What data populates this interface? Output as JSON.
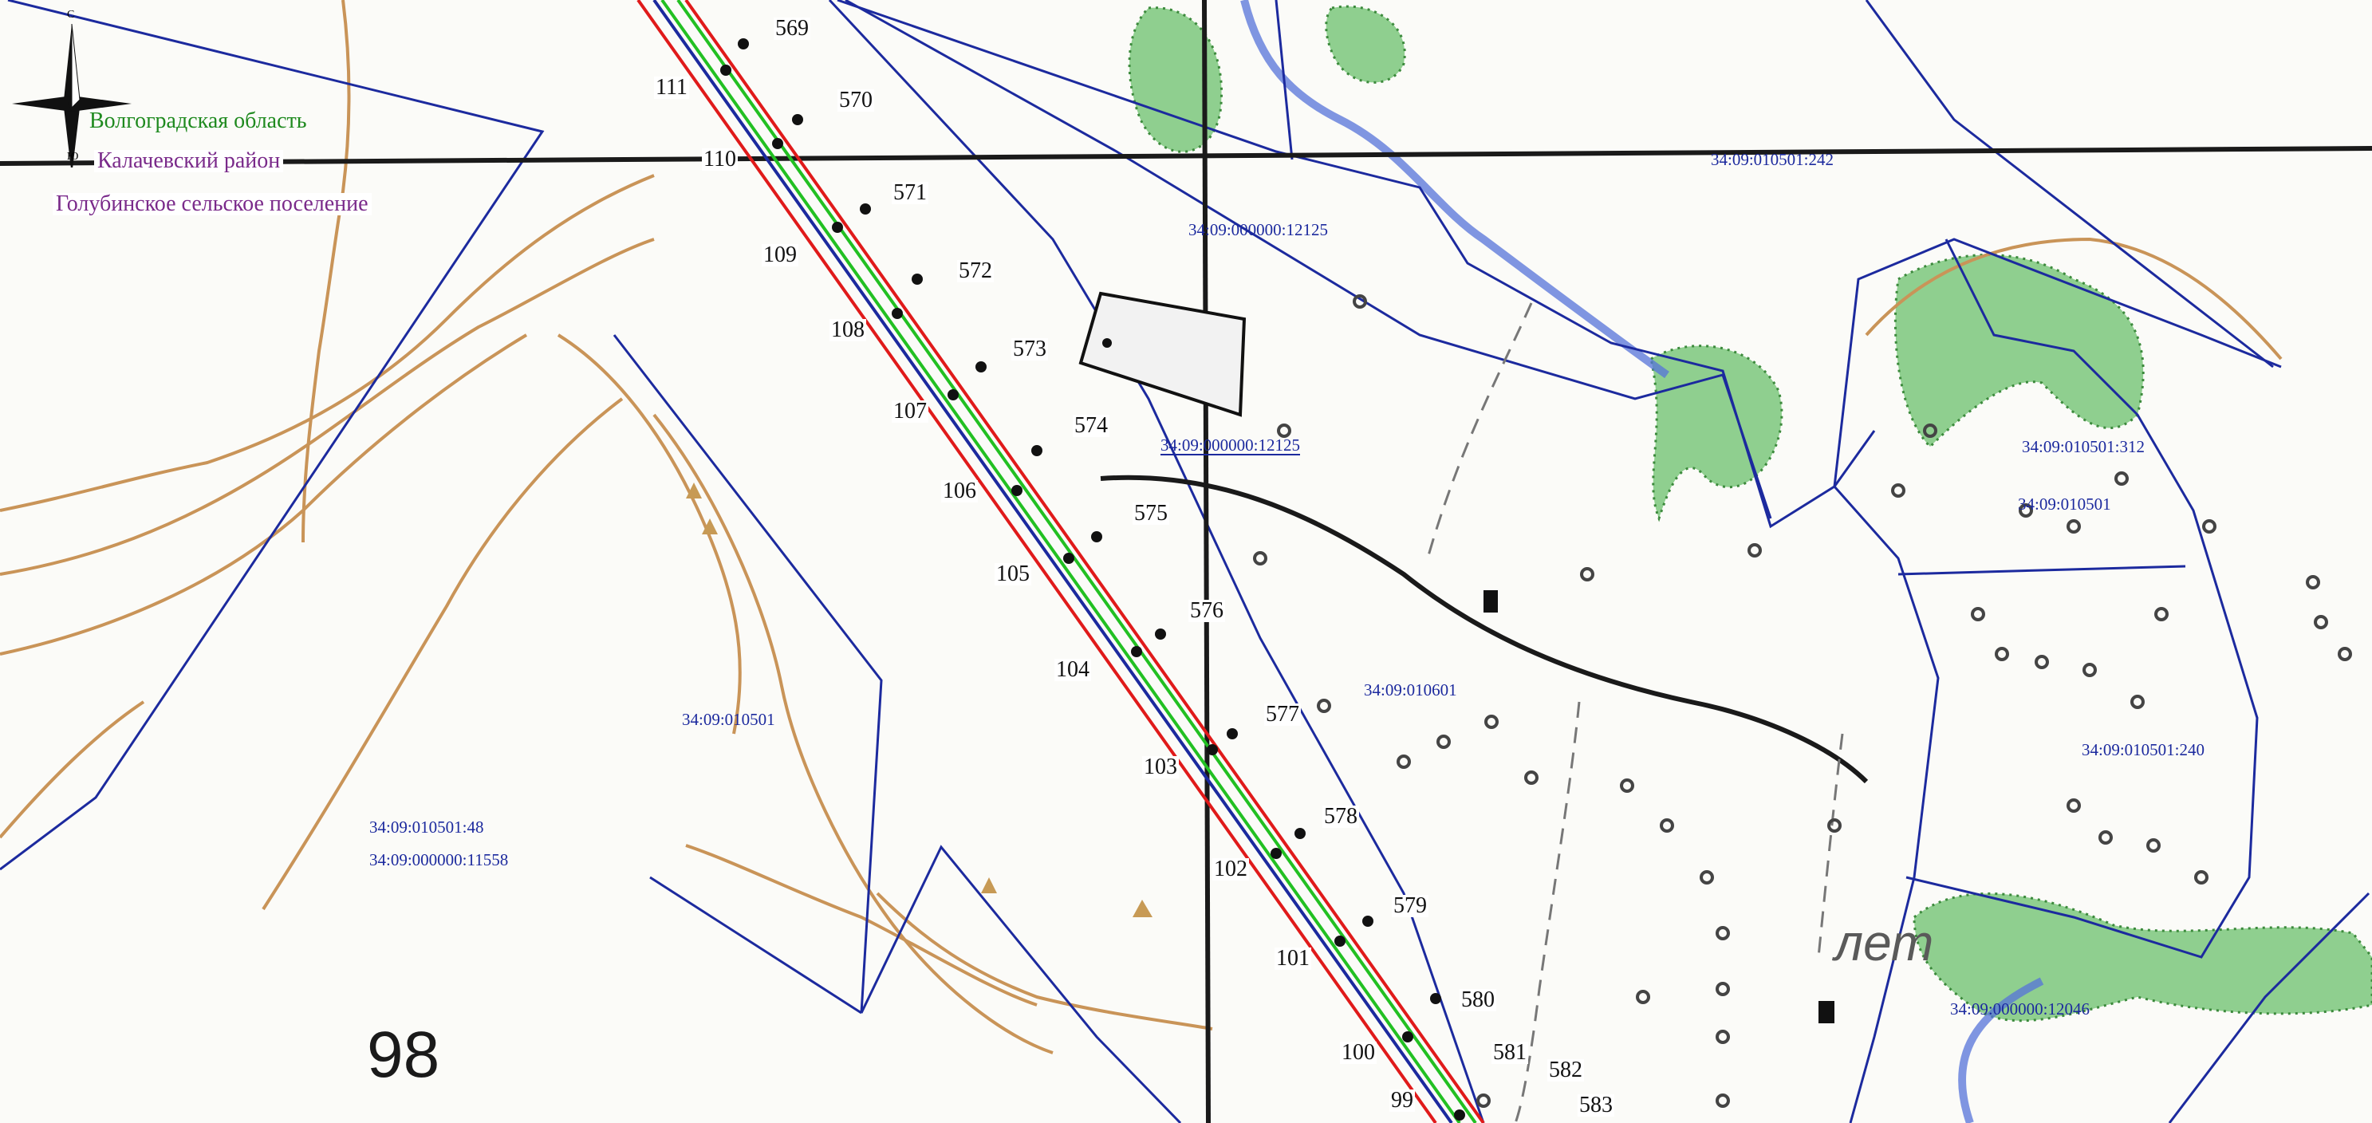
{
  "legend": {
    "region": "Волгоградская область",
    "district": "Калачевский район",
    "settlement": "Голубинское сельское поселение",
    "region_color": "#1f8a1f",
    "district_color": "#7a2a8a",
    "settlement_color": "#7a2a8a"
  },
  "compass": {
    "icon": "compass-rose-icon",
    "north": "С",
    "south": "Ю"
  },
  "grid_number": "98",
  "map_word": "лет",
  "cadastral_labels": [
    {
      "id": "c1",
      "text": "34:09:010501:242"
    },
    {
      "id": "c2",
      "text": "34:09:000000:12125"
    },
    {
      "id": "c3",
      "text": "34:09:000000:12125"
    },
    {
      "id": "c4",
      "text": "34:09:010501:312"
    },
    {
      "id": "c5",
      "text": "34:09:010501"
    },
    {
      "id": "c6",
      "text": "34:09:010601"
    },
    {
      "id": "c7",
      "text": "34:09:010501:240"
    },
    {
      "id": "c8",
      "text": "34:09:010501"
    },
    {
      "id": "c9",
      "text": "34:09:010501:48"
    },
    {
      "id": "c10",
      "text": "34:09:000000:11558"
    },
    {
      "id": "c11",
      "text": "34:09:000000:12046"
    }
  ],
  "points_left": [
    "111",
    "110",
    "109",
    "108",
    "107",
    "106",
    "105",
    "104",
    "103",
    "102",
    "101",
    "100",
    "99"
  ],
  "points_right": [
    "569",
    "570",
    "571",
    "572",
    "573",
    "574",
    "575",
    "576",
    "577",
    "578",
    "579",
    "580",
    "581",
    "582",
    "583"
  ],
  "colors": {
    "boundary": "#1c2a9e",
    "red_line": "#e01a1a",
    "green_line": "#22c022",
    "road": "#111111",
    "contour": "#c08a4a",
    "forest": "#8fcf8f",
    "water": "#3b6fd6"
  }
}
